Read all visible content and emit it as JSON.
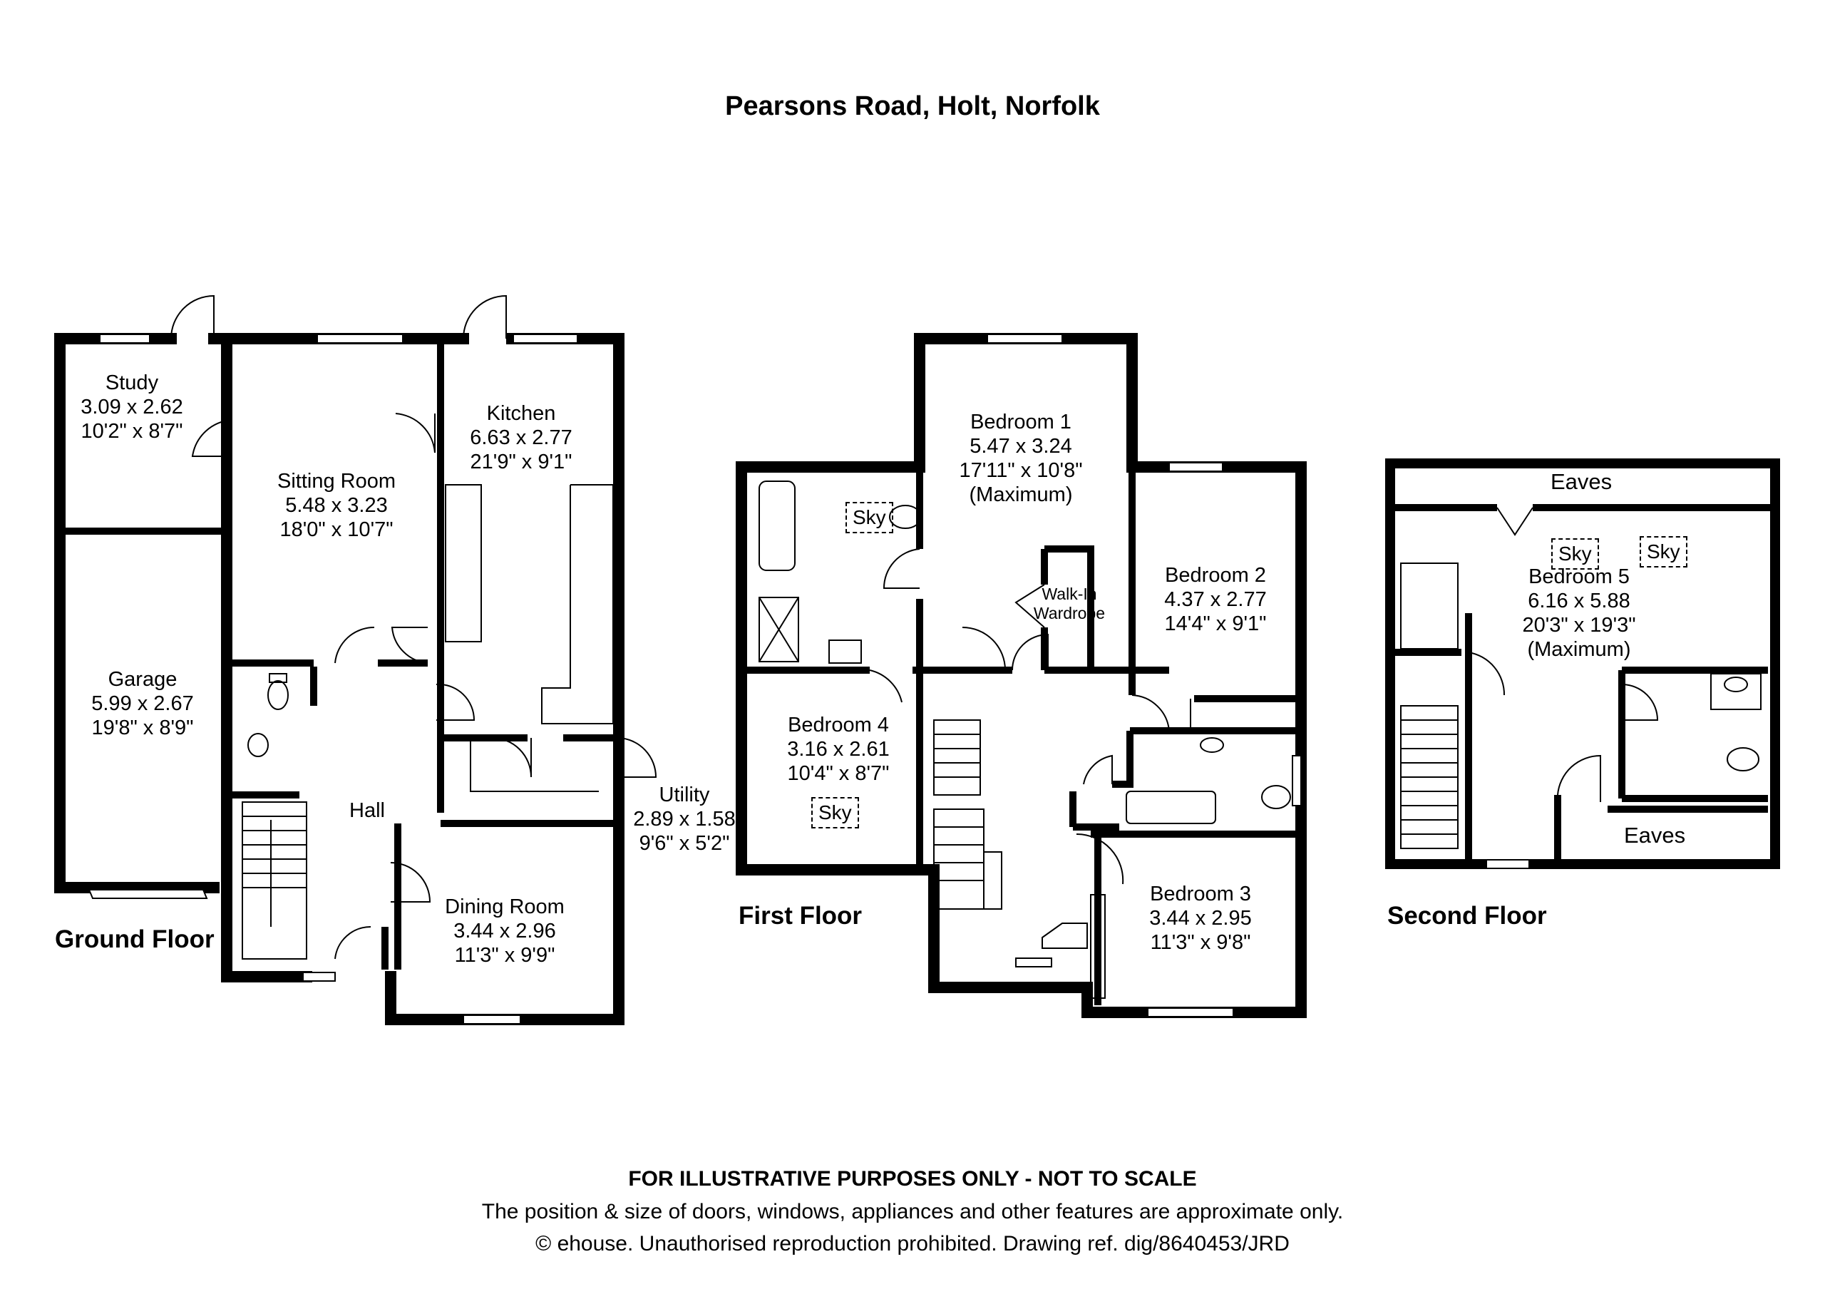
{
  "title": "Pearsons Road, Holt, Norfolk",
  "floors": {
    "ground": "Ground Floor",
    "first": "First Floor",
    "second": "Second Floor"
  },
  "rooms": {
    "study": {
      "name": "Study",
      "metric": "3.09 x 2.62",
      "imperial": "10'2\" x 8'7\""
    },
    "garage": {
      "name": "Garage",
      "metric": "5.99 x 2.67",
      "imperial": "19'8\" x 8'9\""
    },
    "sitting": {
      "name": "Sitting Room",
      "metric": "5.48 x 3.23",
      "imperial": "18'0\" x 10'7\""
    },
    "kitchen": {
      "name": "Kitchen",
      "metric": "6.63 x 2.77",
      "imperial": "21'9\" x 9'1\""
    },
    "hall": {
      "name": "Hall"
    },
    "utility": {
      "name": "Utility",
      "metric": "2.89 x 1.58",
      "imperial": "9'6\" x 5'2\""
    },
    "dining": {
      "name": "Dining Room",
      "metric": "3.44 x 2.96",
      "imperial": "11'3\" x 9'9\""
    },
    "bedroom1": {
      "name": "Bedroom 1",
      "metric": "5.47 x 3.24",
      "imperial": "17'11\" x 10'8\"",
      "note": "(Maximum)"
    },
    "walkin": {
      "line1": "Walk-In",
      "line2": "Wardrobe"
    },
    "bedroom2": {
      "name": "Bedroom 2",
      "metric": "4.37 x 2.77",
      "imperial": "14'4\" x 9'1\""
    },
    "bedroom4": {
      "name": "Bedroom 4",
      "metric": "3.16 x 2.61",
      "imperial": "10'4\" x 8'7\""
    },
    "bedroom3": {
      "name": "Bedroom 3",
      "metric": "3.44 x 2.95",
      "imperial": "11'3\" x 9'8\""
    },
    "bedroom5": {
      "name": "Bedroom 5",
      "metric": "6.16 x 5.88",
      "imperial": "20'3\" x 19'3\"",
      "note": "(Maximum)"
    },
    "eaves_top": "Eaves",
    "eaves_bottom": "Eaves",
    "sky": "Sky"
  },
  "footer": {
    "line1": "FOR ILLUSTRATIVE PURPOSES ONLY - NOT TO SCALE",
    "line2": "The position & size of doors, windows, appliances and other features are approximate only.",
    "line3": "© ehouse. Unauthorised reproduction prohibited. Drawing ref. dig/8640453/JRD"
  }
}
